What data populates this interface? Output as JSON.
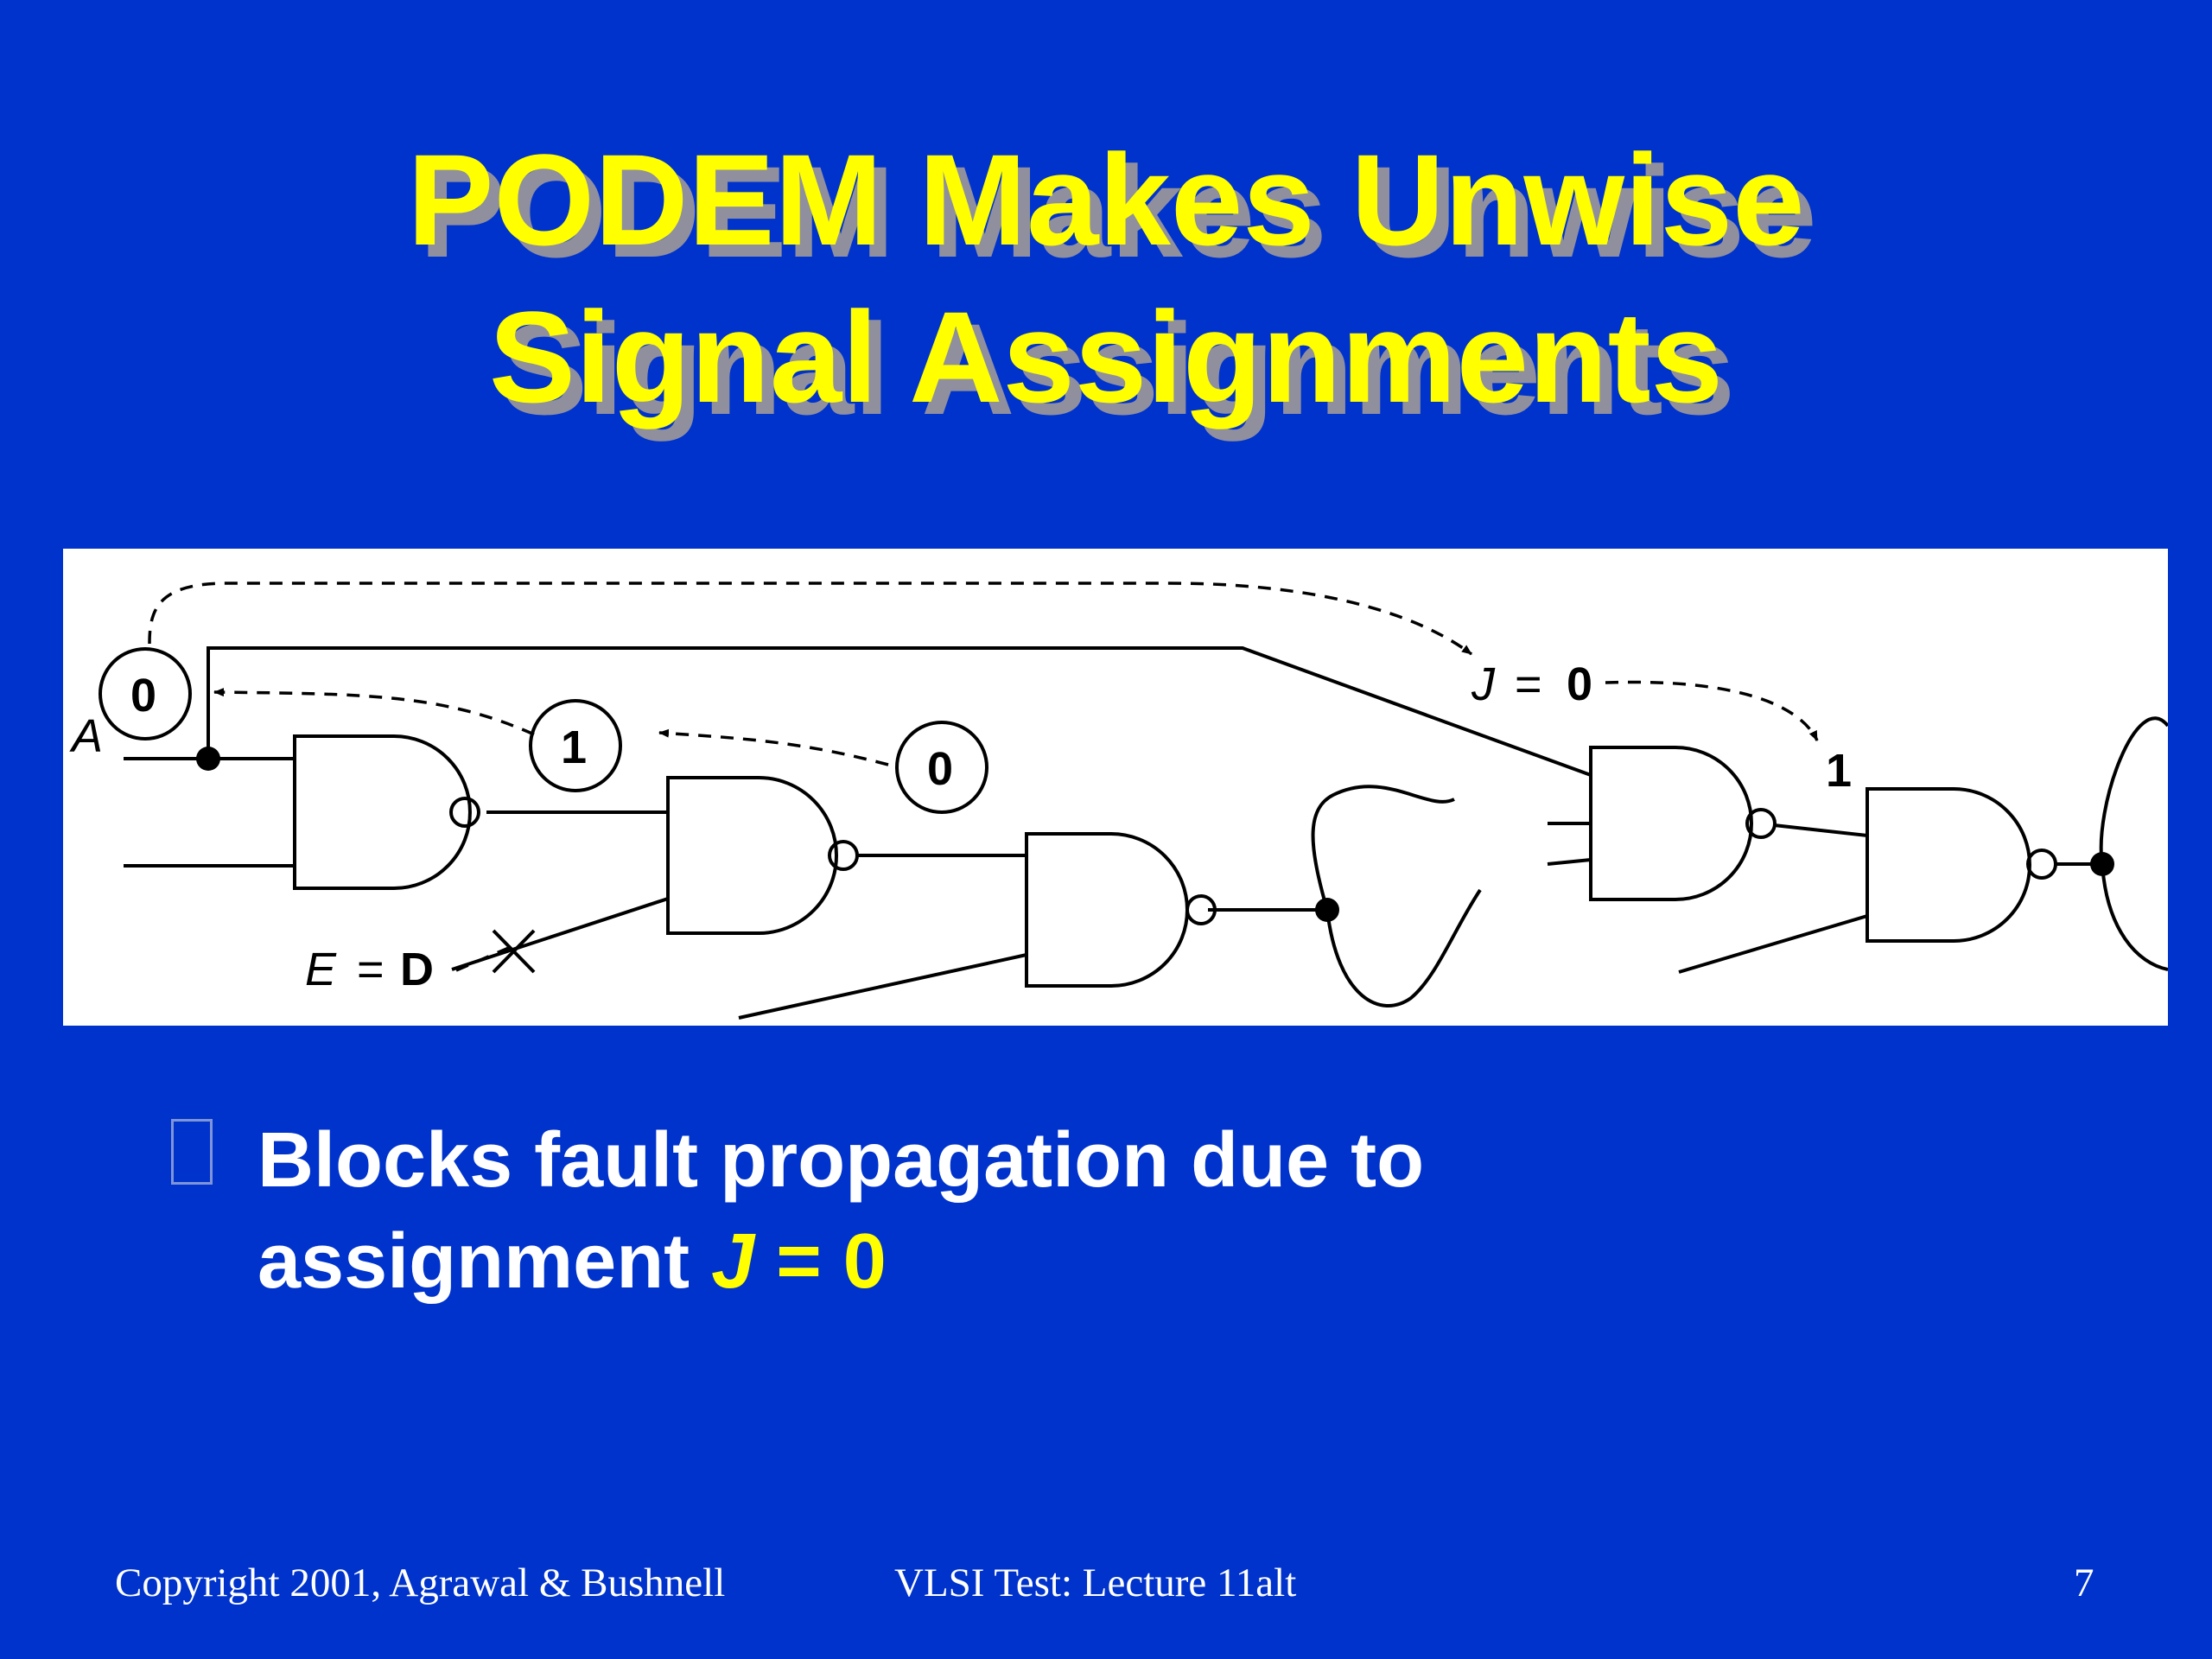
{
  "slide": {
    "title_line1": "PODEM Makes Unwise",
    "title_line2": "Signal Assignments"
  },
  "circuit": {
    "label_A": "A",
    "circle_values": [
      "0",
      "1",
      "0"
    ],
    "label_J": "J",
    "label_equals": "=",
    "J_value": "0",
    "gate_input_value": "1",
    "label_E": "E",
    "E_value": "D",
    "fault_mark": "×"
  },
  "bullet": {
    "text_line1": "Blocks fault propagation due to",
    "text_line2_prefix": "assignment ",
    "highlight_var": "J",
    "highlight_rest": " = 0"
  },
  "footer": {
    "left": "Copyright 2001, Agrawal & Bushnell",
    "center": "VLSI Test: Lecture 11alt",
    "page": "7"
  }
}
